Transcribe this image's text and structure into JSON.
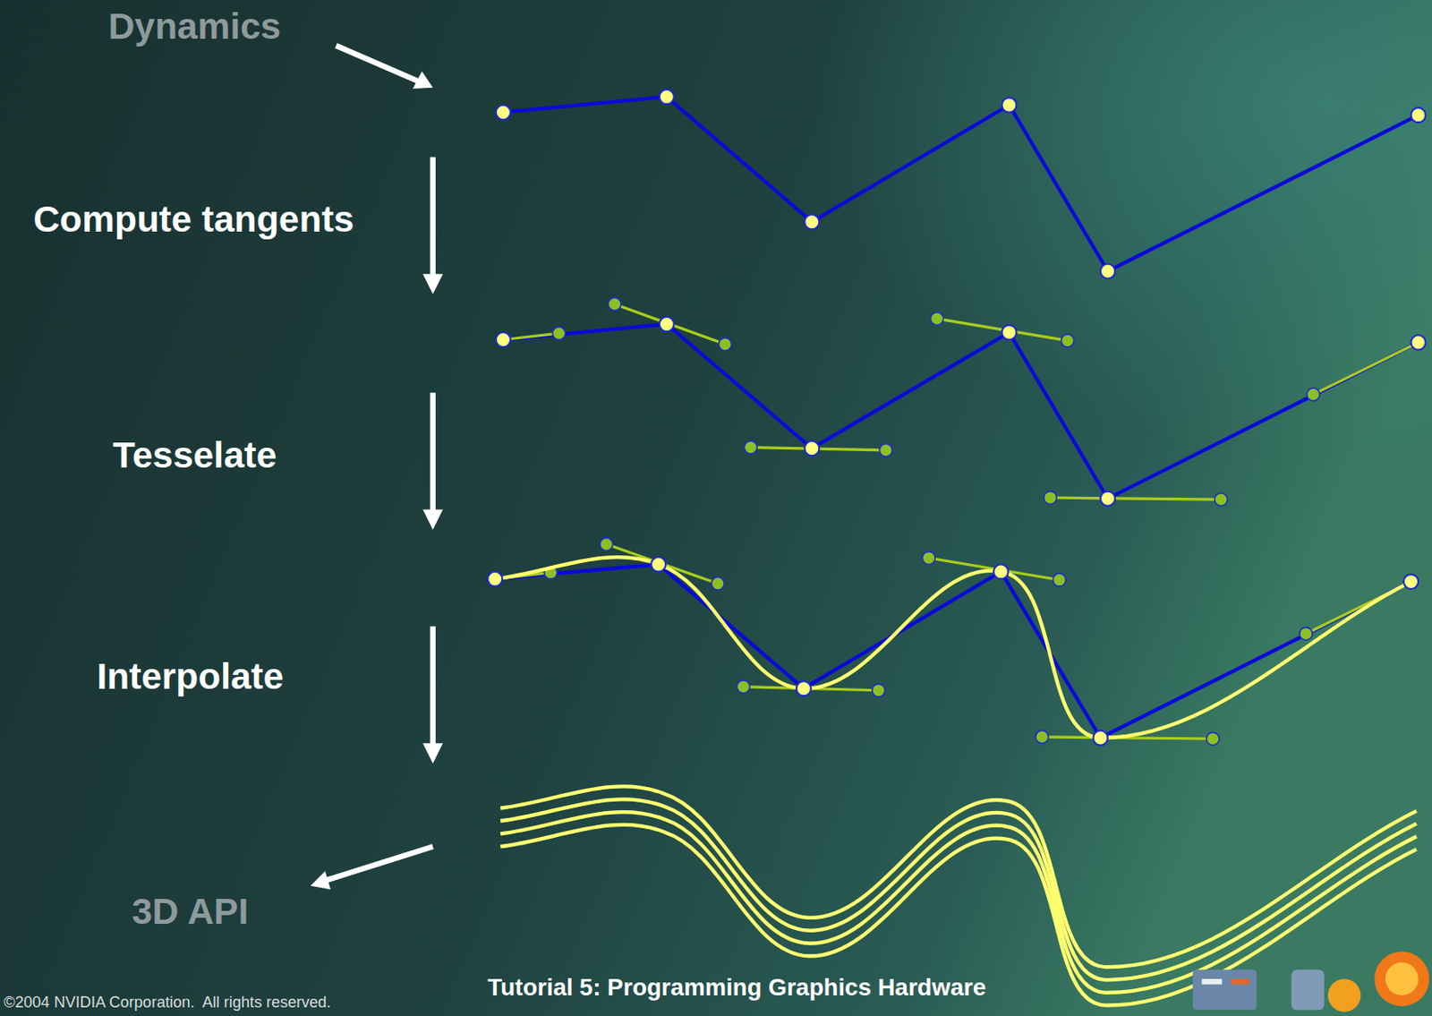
{
  "diagram": {
    "labels": [
      "Dynamics",
      "Compute tangents",
      "Tesselate",
      "Interpolate",
      "3D API",
      "Tutorial 5: Programming Graphics Hardware",
      "©2004 NVIDIA Corporation.  All rights reserved."
    ]
  }
}
